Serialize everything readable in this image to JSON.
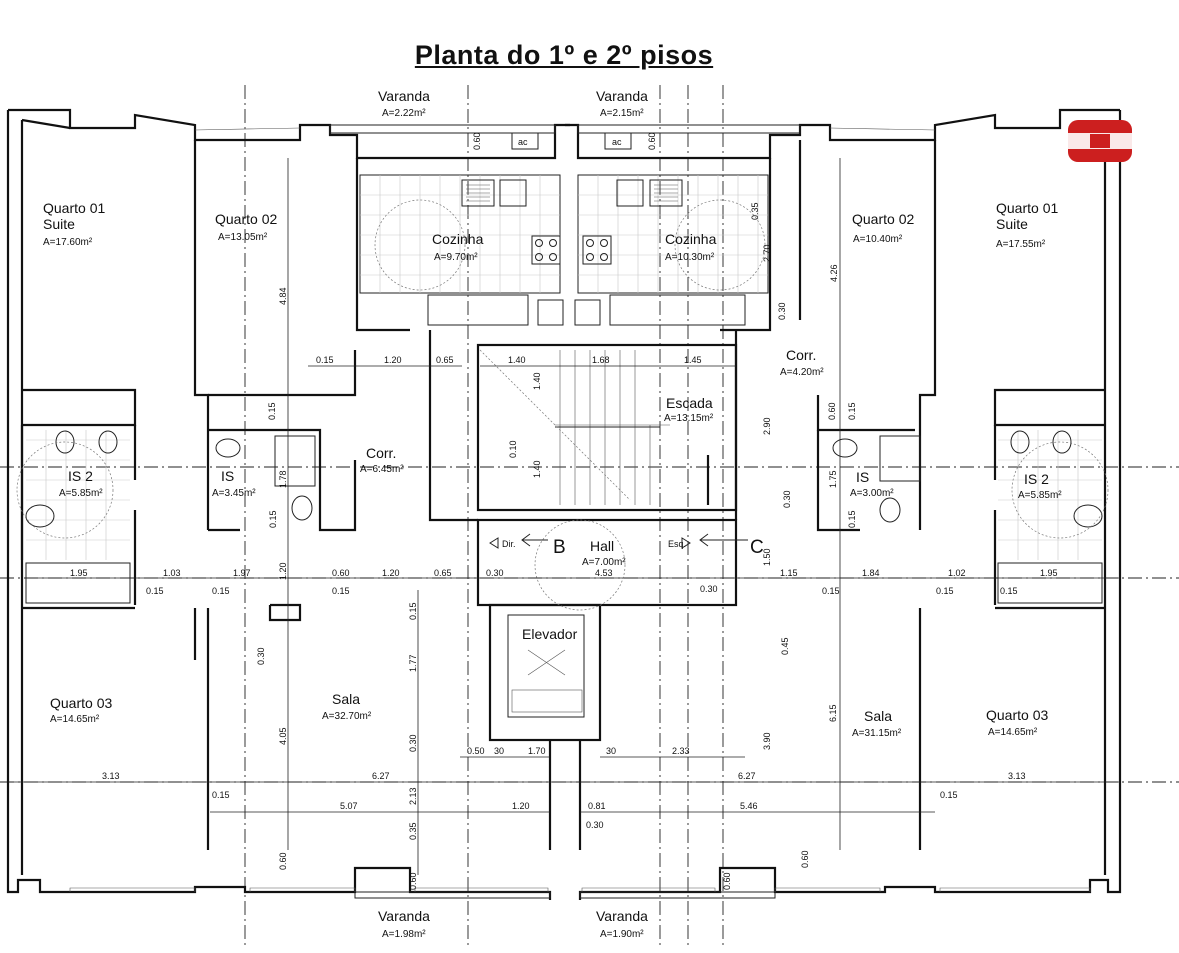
{
  "title": "Planta do 1º e 2º pisos",
  "rooms": {
    "varanda_tl": {
      "name": "Varanda",
      "area": "A=2.22m²"
    },
    "varanda_tr": {
      "name": "Varanda",
      "area": "A=2.15m²"
    },
    "quarto01_l": {
      "name": "Quarto 01",
      "sub": "Suite",
      "area": "A=17.60m²"
    },
    "quarto02_l": {
      "name": "Quarto 02",
      "area": "A=13.05m²"
    },
    "cozinha_l": {
      "name": "Cozinha",
      "area": "A=9.70m²"
    },
    "cozinha_r": {
      "name": "Cozinha",
      "area": "A=10.30m²"
    },
    "quarto02_r": {
      "name": "Quarto 02",
      "area": "A=10.40m²"
    },
    "quarto01_r": {
      "name": "Quarto 01",
      "sub": "Suite",
      "area": "A=17.55m²"
    },
    "corr_r": {
      "name": "Corr.",
      "area": "A=4.20m²"
    },
    "escada": {
      "name": "Escada",
      "area": "A=13.15m²"
    },
    "corr_l": {
      "name": "Corr.",
      "area": "A=6.45m²"
    },
    "is2_l": {
      "name": "IS 2",
      "area": "A=5.85m²"
    },
    "is_l": {
      "name": "IS",
      "area": "A=3.45m²"
    },
    "is_r": {
      "name": "IS",
      "area": "A=3.00m²"
    },
    "is2_r": {
      "name": "IS 2",
      "area": "A=5.85m²"
    },
    "hall": {
      "name": "Hall",
      "area": "A=7.00m²"
    },
    "elevador": {
      "name": "Elevador"
    },
    "quarto03_l": {
      "name": "Quarto 03",
      "area": "A=14.65m²"
    },
    "sala_l": {
      "name": "Sala",
      "area": "A=32.70m²"
    },
    "sala_r": {
      "name": "Sala",
      "area": "A=31.15m²"
    },
    "quarto03_r": {
      "name": "Quarto 03",
      "area": "A=14.65m²"
    },
    "varanda_bl": {
      "name": "Varanda",
      "area": "A=1.98m²"
    },
    "varanda_br": {
      "name": "Varanda",
      "area": "A=1.90m²"
    }
  },
  "labels": {
    "ac_l": "ac",
    "ac_r": "ac",
    "dir": "Dir.",
    "esq": "Esq.",
    "letter_b": "B",
    "letter_c": "C"
  },
  "dimensions": {
    "d_060_a": "0.60",
    "d_060_b": "0.60",
    "d_035": "0.35",
    "d_270": "2.70",
    "d_426": "4.26",
    "d_484": "4.84",
    "d_030_a": "0.30",
    "d_015_a": "0.15",
    "d_120_a": "1.20",
    "d_065_a": "0.65",
    "d_140_a": "1.40",
    "d_168": "1.68",
    "d_145": "1.45",
    "d_140_b": "1.40",
    "d_010": "0.10",
    "d_140_c": "1.40",
    "d_015_b": "0.15",
    "d_060_c": "0.60",
    "d_015_c": "0.15",
    "d_290": "2.90",
    "d_178": "1.78",
    "d_015_d": "0.15",
    "d_175": "1.75",
    "d_015_e": "0.15",
    "d_030_b": "0.30",
    "d_195_l": "1.95",
    "d_103": "1.03",
    "d_197": "1.97",
    "d_120_b": "1.20",
    "d_060_d": "0.60",
    "d_120_c": "1.20",
    "d_065_b": "0.65",
    "d_030_c": "0.30",
    "d_453": "4.53",
    "d_150": "1.50",
    "d_115": "1.15",
    "d_184": "1.84",
    "d_102": "1.02",
    "d_195_r": "1.95",
    "d_015_f": "0.15",
    "d_015_g": "0.15",
    "d_015_h": "0.15",
    "d_030_d": "0.30",
    "d_015_i": "0.15",
    "d_015_j": "0.15",
    "d_015_k": "0.15",
    "d_030_e": "0.30",
    "d_015_l": "0.15",
    "d_177": "1.77",
    "d_045": "0.45",
    "d_405": "4.05",
    "d_615": "6.15",
    "d_030_f": "0.30",
    "d_390": "3.90",
    "d_050": "0.50",
    "d_30a": "30",
    "d_170": "1.70",
    "d_30b": "30",
    "d_233": "2.33",
    "d_313_l": "3.13",
    "d_627_l": "6.27",
    "d_627_r": "6.27",
    "d_313_r": "3.13",
    "d_015_m": "0.15",
    "d_213": "2.13",
    "d_015_n": "0.15",
    "d_507": "5.07",
    "d_120_d": "1.20",
    "d_081": "0.81",
    "d_546": "5.46",
    "d_035_b": "0.35",
    "d_030_g": "0.30",
    "d_060_e": "0.60",
    "d_060_f": "0.60",
    "d_060_g": "0.60",
    "d_060_h": "0.60"
  },
  "colors": {
    "logo": "#cc1f1f",
    "line": "#111111",
    "tile": "#c9c9c9"
  }
}
